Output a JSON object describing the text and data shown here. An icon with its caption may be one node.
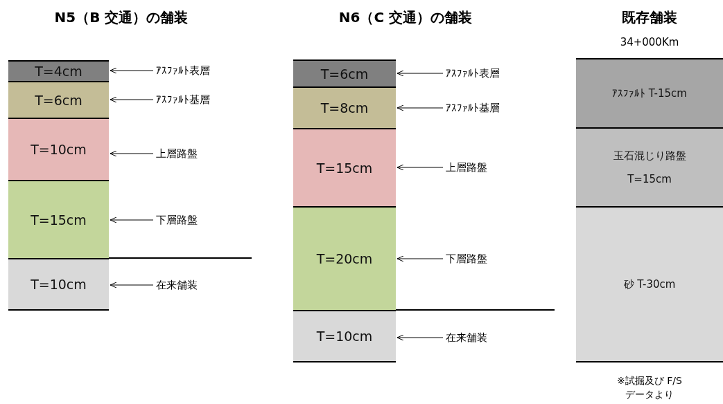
{
  "diagram": {
    "nodes": [
      {
        "text": [
          "T=4cm"
        ]
      },
      {
        "text": [
          "ｱｽﾌｧﾙﾄ表層"
        ]
      },
      {
        "text": [
          "T=6cm"
        ]
      },
      {
        "text": [
          "ｱｽﾌｧﾙﾄ基層"
        ]
      },
      {
        "text": [
          "T=10cm"
        ]
      },
      {
        "text": [
          "上層路盤"
        ]
      },
      {
        "text": [
          "T=15cm"
        ]
      },
      {
        "text": [
          "下層路盤"
        ]
      },
      {
        "text": [
          "T=10cm"
        ]
      },
      {
        "text": [
          "在来舗装"
        ]
      },
      {
        "text": [
          "T=6cm"
        ]
      },
      {
        "text": [
          "ｱｽﾌｧﾙﾄ表層"
        ]
      },
      {
        "text": [
          "T=8cm"
        ]
      },
      {
        "text": [
          "ｱｽﾌｧﾙﾄ基層"
        ]
      },
      {
        "text": [
          "T=15cm"
        ]
      },
      {
        "text": [
          "上層路盤"
        ]
      },
      {
        "text": [
          "T=20cm"
        ]
      },
      {
        "text": [
          "下層路盤"
        ]
      },
      {
        "text": [
          "T=10cm"
        ]
      },
      {
        "text": [
          "在来舗装"
        ]
      },
      {
        "text": [
          "ｱｽﾌｧﾙﾄ T-15cm"
        ]
      },
      {
        "text": [
          "玉石混じり路盤",
          "T=15cm"
        ]
      },
      {
        "text": [
          "砂  T-30cm"
        ]
      }
    ],
    "edges": [
      {
        "from": 1,
        "to": 0,
        "arrow": "to"
      },
      {
        "from": 3,
        "to": 2,
        "arrow": "to"
      },
      {
        "from": 5,
        "to": 4,
        "arrow": "to"
      },
      {
        "from": 7,
        "to": 6,
        "arrow": "to"
      },
      {
        "from": 9,
        "to": 8,
        "arrow": "to"
      },
      {
        "from": 11,
        "to": 10,
        "arrow": "to"
      },
      {
        "from": 13,
        "to": 12,
        "arrow": "to"
      },
      {
        "from": 15,
        "to": 14,
        "arrow": "to"
      },
      {
        "from": 17,
        "to": 16,
        "arrow": "to"
      },
      {
        "from": 19,
        "to": 18,
        "arrow": "to"
      }
    ],
    "labels": [
      "N5（B 交通）の舗装",
      "N6（C 交通）の舗装",
      "既存舗装",
      "34+000Km",
      "※試掘及び F/S データより"
    ]
  }
}
